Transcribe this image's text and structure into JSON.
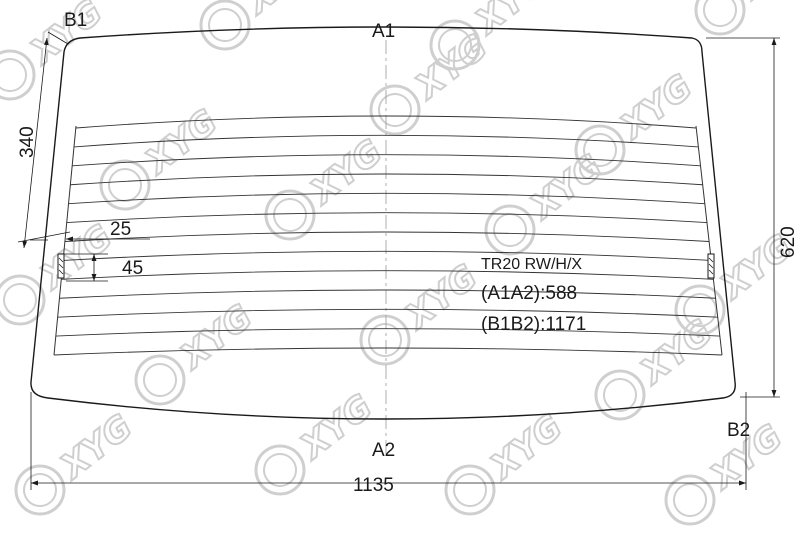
{
  "watermark": {
    "text": "XYG",
    "color": "#cfcfcf"
  },
  "glass": {
    "points": {
      "a1": "A1",
      "a2": "A2",
      "b1": "B1",
      "b2": "B2"
    },
    "outline_color": "#1a1a1a",
    "heater_line_count": 13
  },
  "dimensions": {
    "top_offset": "340",
    "height": "620",
    "width": "1135",
    "grid_margin": "25",
    "terminal_offset": "45"
  },
  "info": {
    "model": "TR20 RW/H/X",
    "a1a2": "(A1A2):588",
    "b1b2": "(B1B2):1171"
  }
}
